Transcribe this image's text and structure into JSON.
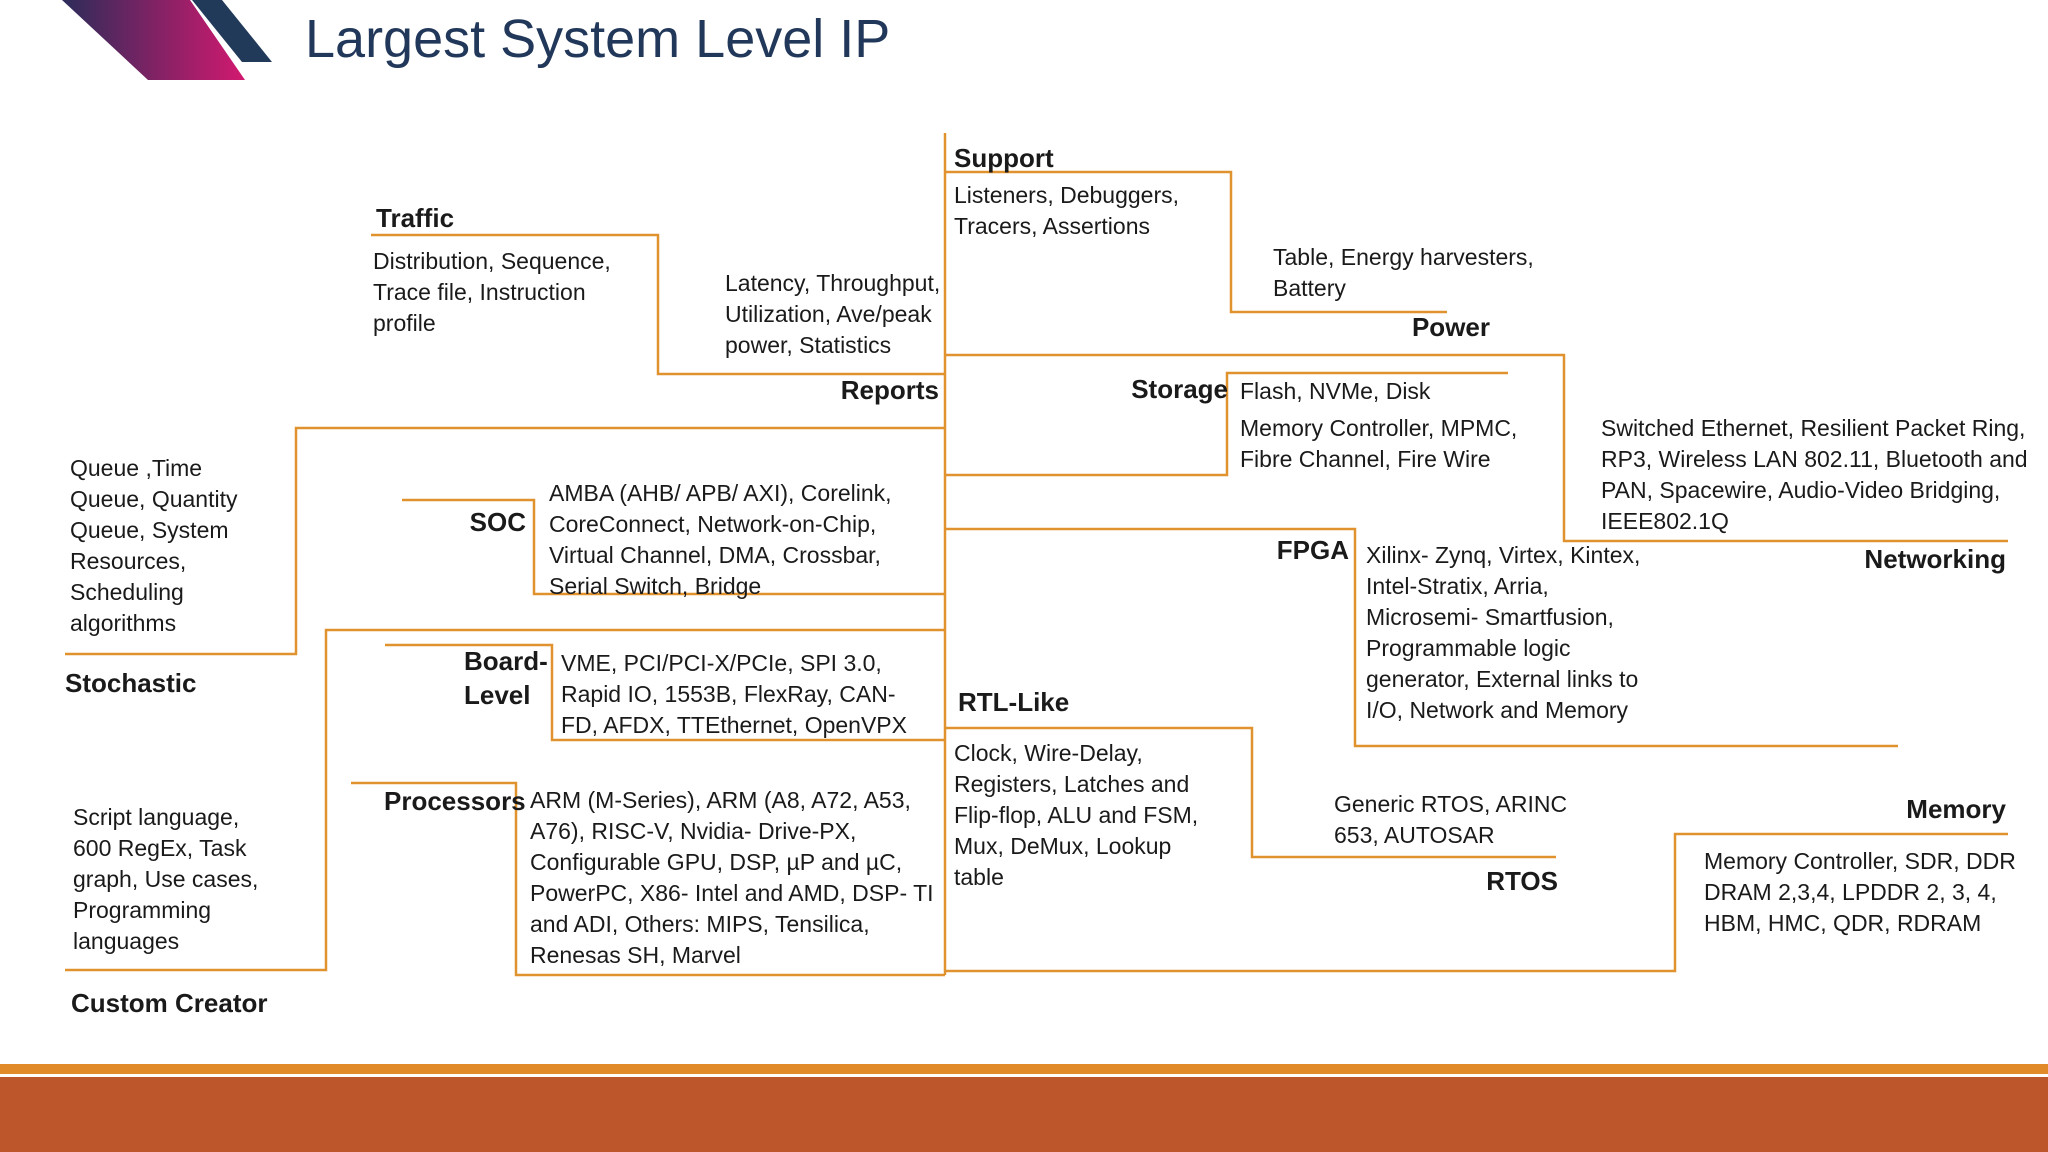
{
  "title": "Largest System Level IP",
  "colors": {
    "line": "#e0922f",
    "title": "#22385a",
    "footer_bar": "#bd572b",
    "footer_line": "#e08a2a"
  },
  "nodes": {
    "support": {
      "label": "Support",
      "desc": "Listeners, Debuggers,\nTracers, Assertions"
    },
    "traffic": {
      "label": "Traffic",
      "desc": "Distribution, Sequence,\nTrace file, Instruction\nprofile"
    },
    "reports": {
      "label": "Reports",
      "desc": "Latency, Throughput,\nUtilization, Ave/peak\npower, Statistics"
    },
    "power": {
      "label": "Power",
      "desc": "Table, Energy harvesters,\nBattery"
    },
    "storage": {
      "label": "Storage",
      "desc1": "Flash, NVMe, Disk",
      "desc2": "Memory Controller, MPMC,\nFibre Channel, Fire Wire"
    },
    "networking": {
      "label": "Networking",
      "desc": "Switched Ethernet, Resilient Packet Ring,\nRP3, Wireless LAN 802.11, Bluetooth and\nPAN, Spacewire, Audio-Video Bridging,\nIEEE802.1Q"
    },
    "stochastic": {
      "label": "Stochastic",
      "desc": "Queue ,Time\nQueue, Quantity\nQueue, System\nResources,\nScheduling\nalgorithms"
    },
    "soc": {
      "label": "SOC",
      "desc": "AMBA (AHB/ APB/ AXI), Corelink,\nCoreConnect, Network-on-Chip,\nVirtual Channel, DMA, Crossbar,\nSerial Switch, Bridge"
    },
    "fpga": {
      "label": "FPGA",
      "desc": "Xilinx- Zynq, Virtex, Kintex,\nIntel-Stratix, Arria,\nMicrosemi- Smartfusion,\nProgrammable logic\ngenerator, External links to\nI/O, Network and Memory"
    },
    "board": {
      "label": "Board-\nLevel",
      "desc": "VME, PCI/PCI-X/PCIe, SPI 3.0,\nRapid IO, 1553B, FlexRay, CAN-\nFD, AFDX, TTEthernet, OpenVPX"
    },
    "rtl": {
      "label": "RTL-Like",
      "desc": "Clock, Wire-Delay,\nRegisters, Latches and\nFlip-flop, ALU and FSM,\nMux, DeMux, Lookup\ntable"
    },
    "rtos": {
      "label": "RTOS",
      "desc": "Generic RTOS, ARINC\n653, AUTOSAR"
    },
    "memory": {
      "label": "Memory",
      "desc": "Memory Controller, SDR, DDR\nDRAM 2,3,4, LPDDR 2, 3, 4,\nHBM, HMC, QDR, RDRAM"
    },
    "processors": {
      "label": "Processors",
      "desc": "ARM (M-Series), ARM (A8, A72, A53,\nA76), RISC-V, Nvidia- Drive-PX,\nConfigurable GPU, DSP, µP and µC,\nPowerPC, X86- Intel and AMD, DSP- TI\nand ADI, Others: MIPS, Tensilica,\nRenesas SH, Marvel"
    },
    "custom": {
      "label": "Custom Creator",
      "desc": "Script language,\n600 RegEx, Task\ngraph, Use cases,\nProgramming\nlanguages"
    }
  }
}
